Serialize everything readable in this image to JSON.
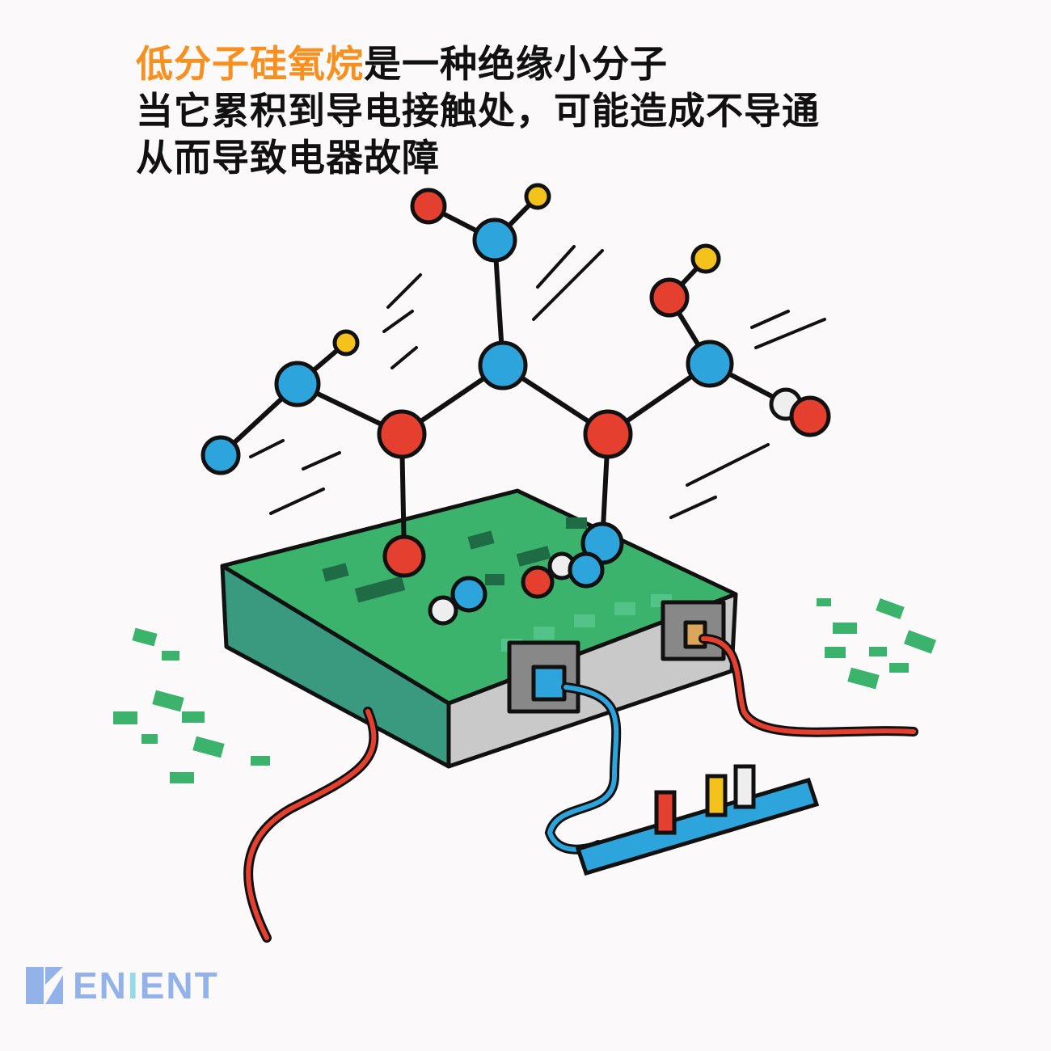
{
  "caption": {
    "line1_highlight": "低分子硅氧烷",
    "line1_rest": "是一种绝缘小分子",
    "line2": "当它累积到导电接触处，可能造成不导通",
    "line3": "从而导致电器故障"
  },
  "logo": {
    "text_a": "EN",
    "text_i": "I",
    "text_b": "ENT"
  },
  "colors": {
    "highlight": "#f7901e",
    "atom_red": "#e5402f",
    "atom_blue": "#2ea4dc",
    "atom_yellow": "#f3c21d",
    "board_green": "#3bb36c",
    "logo_blue": "#94b2ea"
  }
}
